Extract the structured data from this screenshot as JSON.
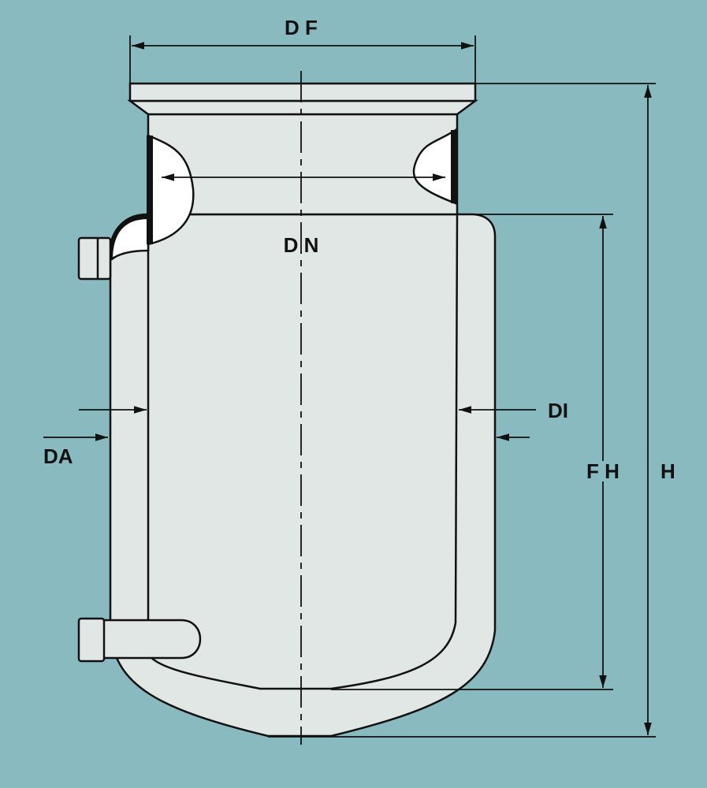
{
  "colors": {
    "background": "#88babf",
    "glass": "#e1e7e5",
    "line": "#111111",
    "cutaway": "#ffffff"
  },
  "labels": {
    "df": "D F",
    "dn": "D N",
    "di": "DI",
    "da": "DA",
    "fh": "F H",
    "h": "H"
  }
}
